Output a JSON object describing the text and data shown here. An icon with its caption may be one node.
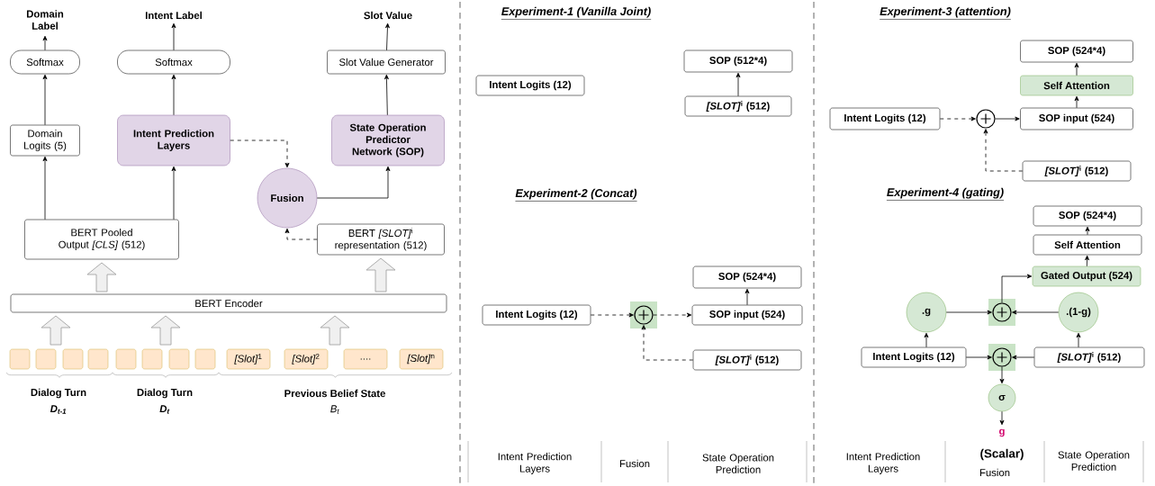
{
  "diagram": {
    "nodes": [
      {
        "text": [
          "Domain Label"
        ]
      },
      {
        "text": [
          "Intent Label"
        ]
      },
      {
        "text": [
          "Slot Value"
        ]
      },
      {
        "text": [
          "Softmax"
        ]
      },
      {
        "text": [
          "Softmax"
        ]
      },
      {
        "text": [
          "Slot Value Generator"
        ]
      },
      {
        "text": [
          "Domain Logits (5)"
        ]
      },
      {
        "text": [
          "Intent Prediction Layers"
        ]
      },
      {
        "text": [
          "State Operation Predictor Network (SOP)"
        ]
      },
      {
        "text": [
          "Fusion"
        ]
      },
      {
        "text": [
          "BERT Pooled Output *[CLS]* (512)"
        ]
      },
      {
        "text": [
          "BERT *[SLOT]*$^{i}$ representation (512)"
        ]
      },
      {
        "text": [
          "BERT Encoder"
        ]
      },
      {
        "text": [],
        "shape": "box"
      },
      {
        "text": [],
        "shape": "box"
      },
      {
        "text": [],
        "shape": "box"
      },
      {
        "text": [],
        "shape": "box"
      },
      {
        "text": [],
        "shape": "box"
      },
      {
        "text": [],
        "shape": "box"
      },
      {
        "text": [],
        "shape": "box"
      },
      {
        "text": [],
        "shape": "box"
      },
      {
        "text": [
          "*[Slot]*$^{1}$"
        ]
      },
      {
        "text": [
          "*[Slot]*$^{2}$"
        ]
      },
      {
        "text": [
          "...."
        ]
      },
      {
        "text": [
          "*[Slot]*$^{n}$"
        ]
      },
      {
        "text": [
          "Intent Logits (12)"
        ]
      },
      {
        "text": [
          "SOP (512*4)"
        ]
      },
      {
        "text": [
          "*[SLOT]*$^{i}$ (512)"
        ]
      },
      {
        "text": [
          "Intent Logits (12)"
        ]
      },
      {
        "text": [],
        "shape": "circle"
      },
      {
        "text": [
          "SOP (524*4)"
        ]
      },
      {
        "text": [
          "SOP input (524)"
        ]
      },
      {
        "text": [
          "*[SLOT]*$^{i}$ (512)"
        ]
      },
      {
        "text": [
          "SOP (524*4)"
        ]
      },
      {
        "text": [
          "Self Attention"
        ]
      },
      {
        "text": [
          "Intent Logits (12)"
        ]
      },
      {
        "text": [],
        "shape": "circle"
      },
      {
        "text": [
          "SOP input (524)"
        ]
      },
      {
        "text": [
          "*[SLOT]*$^{i}$ (512)"
        ]
      },
      {
        "text": [
          "SOP (524*4)"
        ]
      },
      {
        "text": [
          "Self Attention"
        ]
      },
      {
        "text": [
          "Gated Output (524)"
        ]
      },
      {
        "text": [
          ".g"
        ]
      },
      {
        "text": [],
        "shape": "circle"
      },
      {
        "text": [
          ".(1-g)"
        ]
      },
      {
        "text": [
          "Intent Logits (12)"
        ]
      },
      {
        "text": [],
        "shape": "circle"
      },
      {
        "text": [
          "*[SLOT]*$^{i}$ (512)"
        ]
      },
      {
        "text": [
          "σ"
        ]
      },
      {
        "text": [
          "g"
        ],
        "beside": [
          "(Scalar)"
        ]
      }
    ],
    "edges": [
      {
        "from": 3,
        "to": 0,
        "arrow": "to"
      },
      {
        "from": 4,
        "to": 1,
        "arrow": "to"
      },
      {
        "from": 5,
        "to": 2,
        "arrow": "to"
      },
      {
        "from": 6,
        "to": 3,
        "arrow": "to"
      },
      {
        "from": 7,
        "to": 4,
        "arrow": "to"
      },
      {
        "from": 8,
        "to": 5,
        "arrow": "to"
      },
      {
        "from": 10,
        "to": 6,
        "arrow": "to"
      },
      {
        "from": 10,
        "to": 7,
        "arrow": "to"
      },
      {
        "from": 7,
        "to": 9,
        "arrow": "to",
        "style": "dashed"
      },
      {
        "from": 9,
        "to": 8,
        "arrow": "to"
      },
      {
        "from": 11,
        "to": 9,
        "arrow": "to",
        "style": "dashed"
      },
      {
        "from": 12,
        "to": 10,
        "arrow": "to",
        "style": "thick"
      },
      {
        "from": 12,
        "to": 11,
        "arrow": "to",
        "style": "thick"
      },
      {
        "from": null,
        "to": 12,
        "arrow": "to",
        "style": "thick"
      },
      {
        "from": null,
        "to": 12,
        "arrow": "to",
        "style": "thick"
      },
      {
        "from": null,
        "to": 12,
        "arrow": "to",
        "style": "thick"
      },
      {
        "from": 27,
        "to": 26,
        "arrow": "to"
      },
      {
        "from": 28,
        "to": 29,
        "arrow": "to",
        "style": "dashed"
      },
      {
        "from": 29,
        "to": 31,
        "arrow": "to",
        "style": "dashed"
      },
      {
        "from": 32,
        "to": 29,
        "arrow": "to",
        "style": "dashed"
      },
      {
        "from": 31,
        "to": 30,
        "arrow": "to"
      },
      {
        "from": 35,
        "to": 36,
        "arrow": "to",
        "style": "dashed"
      },
      {
        "from": 36,
        "to": 37,
        "arrow": "to"
      },
      {
        "from": 38,
        "to": 36,
        "arrow": "to",
        "style": "dashed"
      },
      {
        "from": 37,
        "to": 34,
        "arrow": "to"
      },
      {
        "from": 34,
        "to": 33,
        "arrow": "to"
      },
      {
        "from": 45,
        "to": 42,
        "arrow": "to"
      },
      {
        "from": 42,
        "to": 43,
        "arrow": "to"
      },
      {
        "from": 44,
        "to": 43,
        "arrow": "to"
      },
      {
        "from": 47,
        "to": 44,
        "arrow": "to"
      },
      {
        "from": 45,
        "to": 46,
        "arrow": "to"
      },
      {
        "from": 47,
        "to": 46,
        "arrow": "to"
      },
      {
        "from": 46,
        "to": 48,
        "arrow": "to"
      },
      {
        "from": 48,
        "to": 49,
        "arrow": "to"
      },
      {
        "from": 43,
        "to": 41,
        "arrow": "to"
      },
      {
        "from": 41,
        "to": 40,
        "arrow": "to"
      },
      {
        "from": 40,
        "to": 39,
        "arrow": "to"
      }
    ],
    "labels": [
      "Dialog Turn",
      "*D*$_{t-1}$",
      "Dialog Turn",
      "*D*$_{t}$",
      "Previous Belief State",
      "*B*$_{t}$",
      "Experiment-1 (Vanilla Joint)",
      "Experiment-2 (Concat)",
      "Experiment-3 (attention)",
      "Experiment-4 (gating)",
      "Intent Prediction Layers",
      "Fusion",
      "State Operation Prediction",
      "Intent Prediction Layers",
      "Fusion",
      "State Operation Prediction"
    ]
  }
}
